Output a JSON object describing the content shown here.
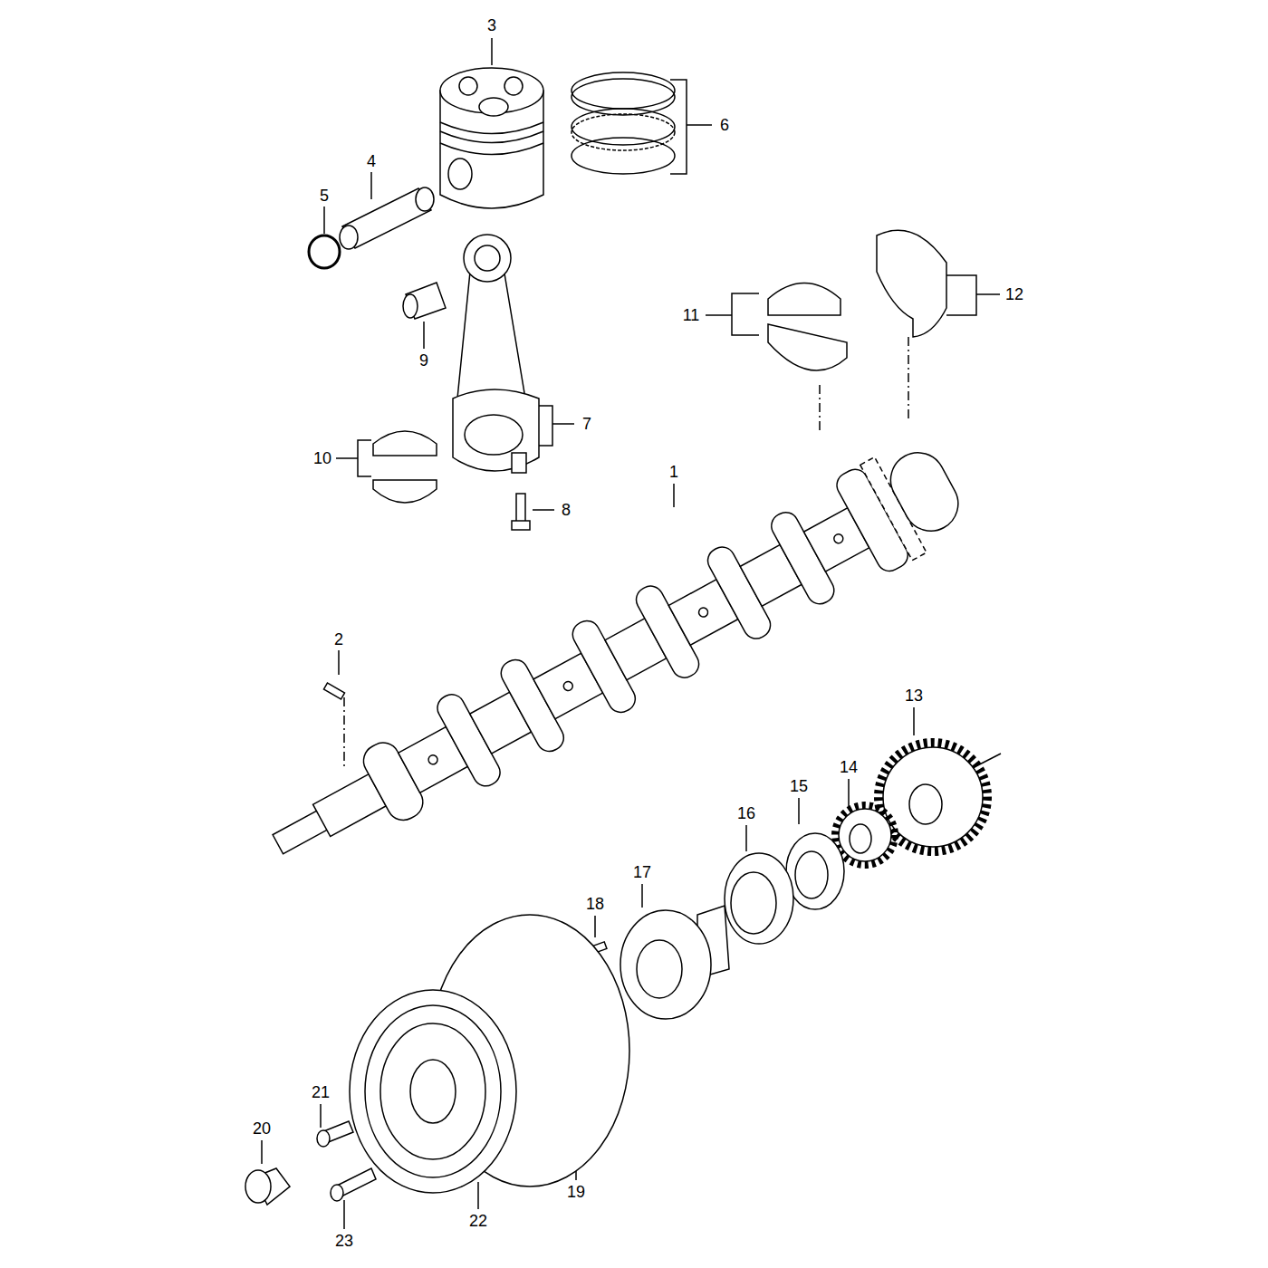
{
  "diagram": {
    "labels": [
      "3",
      "6",
      "4",
      "5",
      "12",
      "11",
      "9",
      "7",
      "10",
      "1",
      "8",
      "2",
      "13",
      "14",
      "15",
      "16",
      "17",
      "18",
      "21",
      "20",
      "19",
      "22",
      "23"
    ]
  }
}
